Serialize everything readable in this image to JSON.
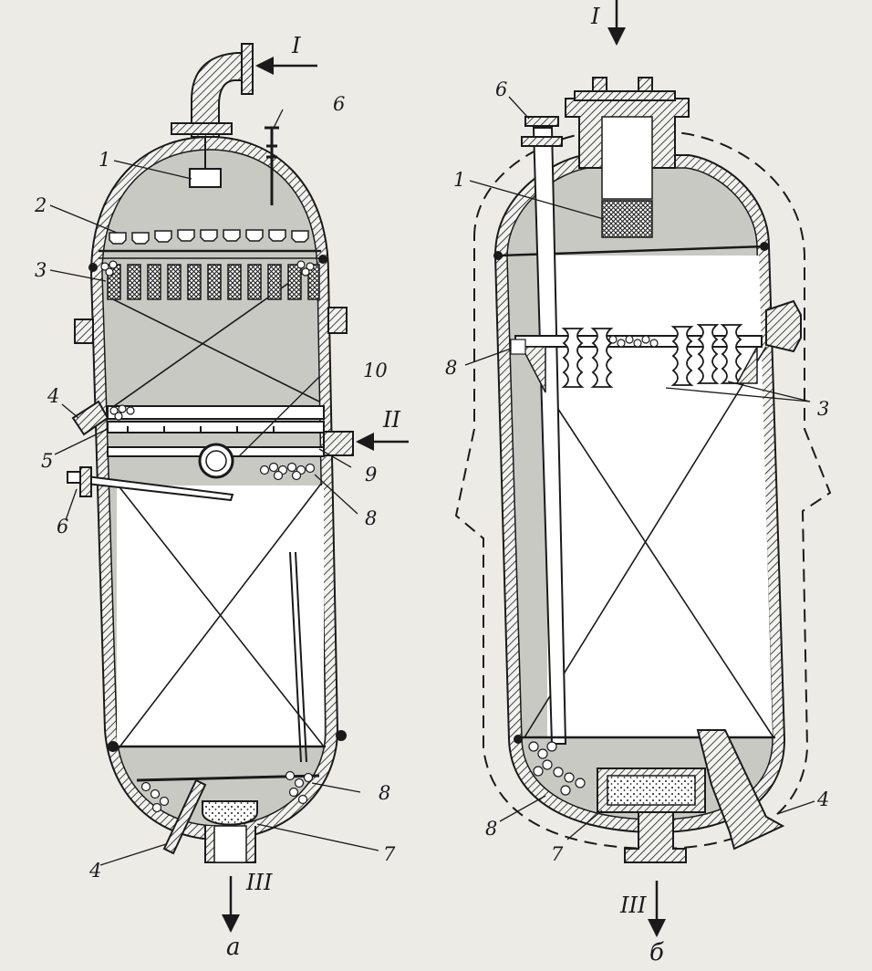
{
  "diagram_a": {
    "caption": "а",
    "flows": {
      "inlet": "I",
      "side_inlet": "II",
      "outlet": "III"
    },
    "labels": {
      "l1": "1",
      "l2": "2",
      "l3": "3",
      "l4_side": "4",
      "l4_bottom": "4",
      "l5": "5",
      "l6_top": "6",
      "l6_side": "6",
      "l7": "7",
      "l8_mid": "8",
      "l8_bottom": "8",
      "l9": "9",
      "l10": "10"
    }
  },
  "diagram_b": {
    "caption": "б",
    "flows": {
      "inlet": "I",
      "outlet": "III"
    },
    "labels": {
      "l1": "1",
      "l3": "3",
      "l4": "4",
      "l6": "6",
      "l7": "7",
      "l8_left": "8",
      "l8_bottom": "8"
    }
  },
  "colors": {
    "background": "#ecebe6",
    "ink": "#1a1a1a",
    "shade": "#c9c9c4",
    "interior": "#ffffff"
  }
}
